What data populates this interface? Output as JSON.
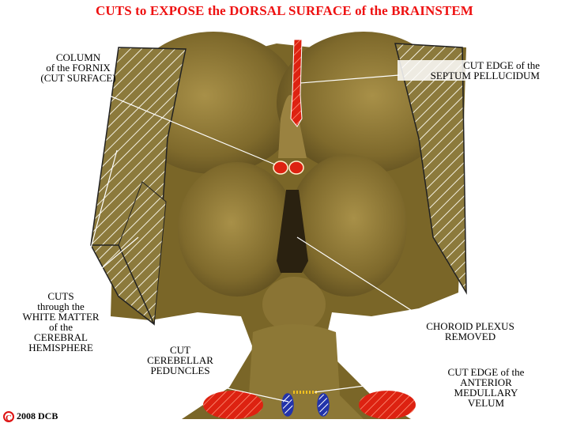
{
  "title": "CUTS to EXPOSE the DORSAL SURFACE of the BRAINSTEM",
  "labels": {
    "fornix": "COLUMN\nof the FORNIX\n(CUT SURFACE)",
    "septum": "CUT EDGE of the\nSEPTUM PELLUCIDUM",
    "cuts_white_matter": "CUTS\nthrough the\nWHITE MATTER\nof the\nCEREBRAL\nHEMISPHERE",
    "choroid": "CHOROID PLEXUS\nREMOVED",
    "peduncles": "CUT\nCEREBELLAR\nPEDUNCLES",
    "velum": "CUT EDGE of the\nANTERIOR\nMEDULLARY\nVELUM"
  },
  "copyright": {
    "symbol": "C",
    "text": "2008  DCB"
  },
  "colors": {
    "title": "#ee1111",
    "tissue": "#8a7430",
    "tissue_dark": "#4a3c18",
    "hatch": "#ffffff",
    "cut_red": "#dd2211",
    "peduncle_blue": "#2233aa",
    "velum_yellow": "#f0c020"
  }
}
